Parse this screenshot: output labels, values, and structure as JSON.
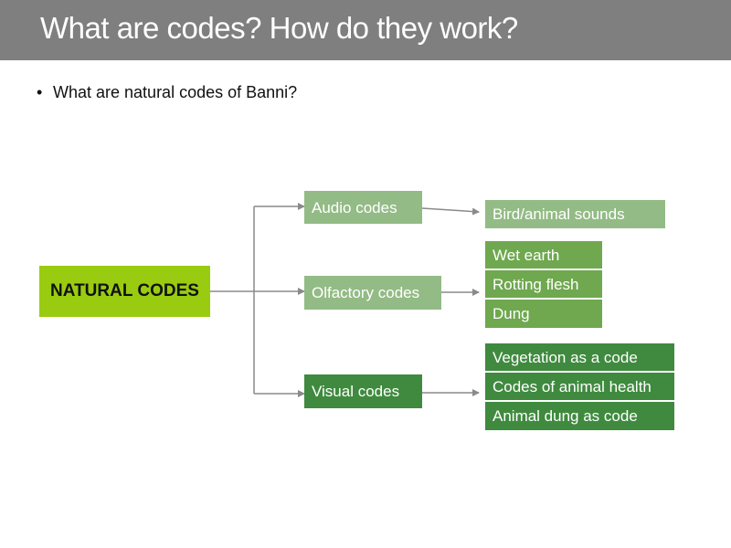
{
  "header": {
    "title": "What are codes? How do they work?"
  },
  "bullet": {
    "text": "What are natural codes of Banni?"
  },
  "diagram": {
    "root": "NATURAL CODES",
    "branches": [
      {
        "label": "Audio codes",
        "items": [
          "Bird/animal sounds"
        ]
      },
      {
        "label": "Olfactory codes",
        "items": [
          "Wet earth",
          "Rotting flesh",
          "Dung"
        ]
      },
      {
        "label": "Visual codes",
        "items": [
          "Vegetation as a code",
          "Codes of animal health",
          "Animal dung as code"
        ]
      }
    ]
  },
  "colors": {
    "header_bg": "#7f7f7f",
    "root_bg": "#99cc11",
    "audio_bg": "#93bb85",
    "olfactory_bg": "#93bb85",
    "olfactory_items_bg": "#6fa84f",
    "visual_bg": "#3f8a3f",
    "visual_items_bg": "#3f8a3f",
    "connector": "#8a8a8a"
  }
}
